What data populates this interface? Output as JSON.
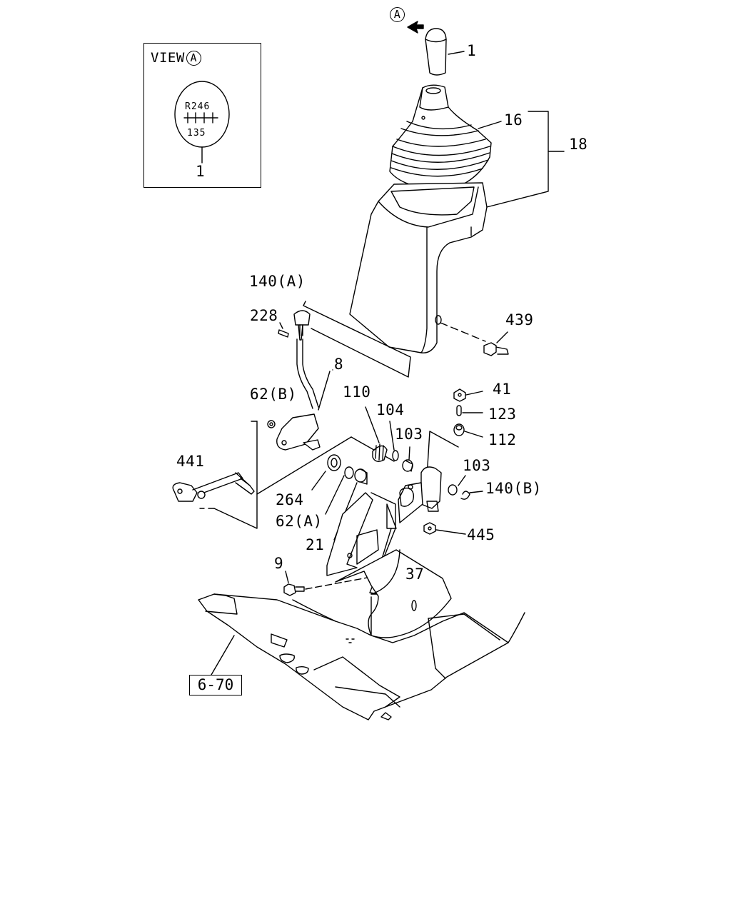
{
  "view_inset": {
    "view_word": "VIEW",
    "view_letter": "A",
    "knob_top_row": "R246",
    "knob_bottom_row": "135",
    "knob_callout": "1"
  },
  "arrow_marker": {
    "letter": "A"
  },
  "callouts": {
    "c1": "1",
    "c16": "16",
    "c18": "18",
    "c140a": "140(A)",
    "c228": "228",
    "c439": "439",
    "c8": "8",
    "c110": "110",
    "c104": "104",
    "c41": "41",
    "c123": "123",
    "c62b": "62(B)",
    "c103a": "103",
    "c112": "112",
    "c441": "441",
    "c103b": "103",
    "c140b": "140(B)",
    "c264": "264",
    "c62a": "62(A)",
    "c445": "445",
    "c21": "21",
    "c9": "9",
    "c37": "37"
  },
  "reference_box": "6-70"
}
